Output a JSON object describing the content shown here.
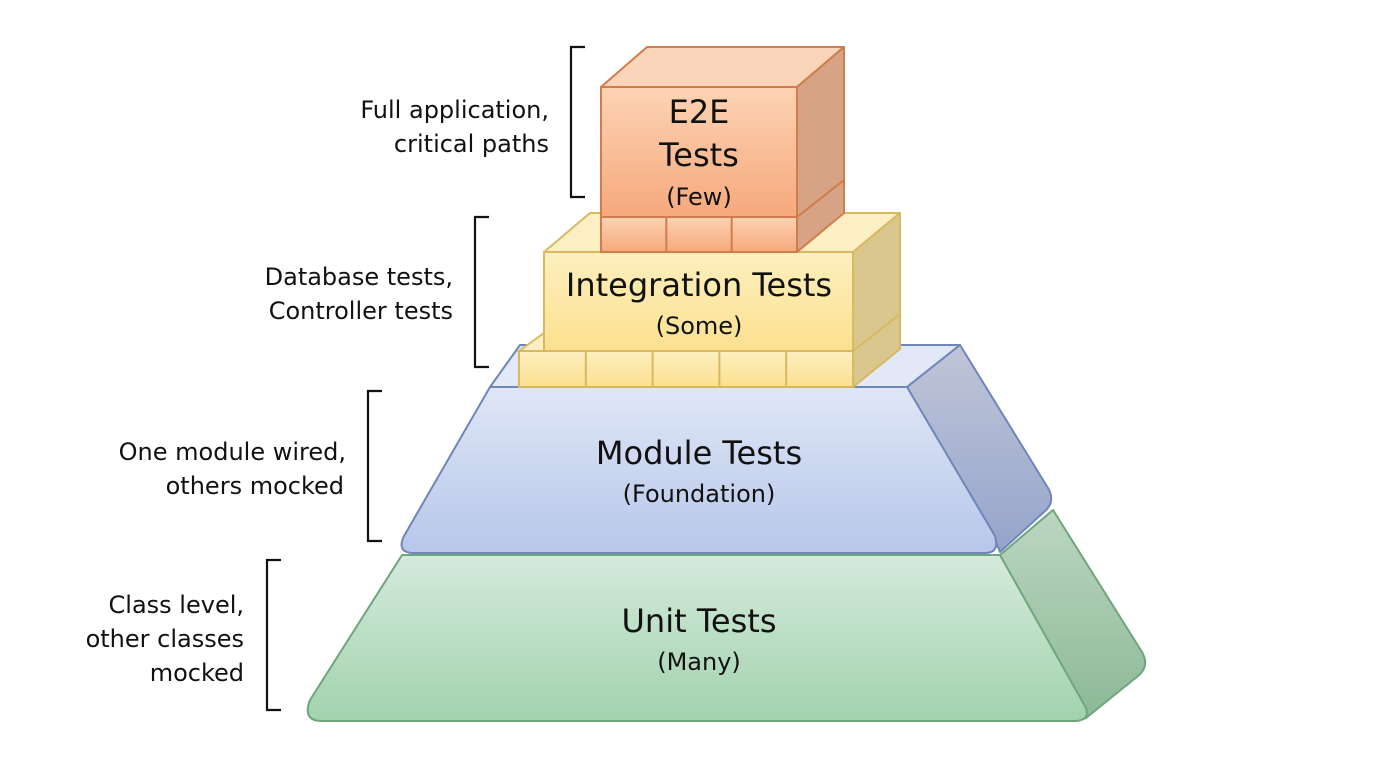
{
  "diagram": {
    "title": "Test Pyramid",
    "tiers": [
      {
        "id": "e2e",
        "title_lines": [
          "E2E",
          "Tests"
        ],
        "subtitle": "(Few)",
        "description_lines": [
          "Full application,",
          "critical paths"
        ],
        "colors": {
          "front_top": "#fcd3b4",
          "front_bottom": "#f6a97c",
          "side": "#d6a485",
          "top": "#fbd5ba",
          "stroke": "#d07c4c"
        }
      },
      {
        "id": "integration",
        "title_lines": [
          "Integration Tests"
        ],
        "subtitle": "(Some)",
        "description_lines": [
          "Database tests,",
          "Controller tests"
        ],
        "colors": {
          "front_top": "#fdf0bf",
          "front_bottom": "#fbe08f",
          "side": "#d9c78e",
          "top": "#fbefc3",
          "stroke": "#d8b960"
        }
      },
      {
        "id": "module",
        "title_lines": [
          "Module Tests"
        ],
        "subtitle": "(Foundation)",
        "description_lines": [
          "One module wired,",
          "others mocked"
        ],
        "colors": {
          "front_top": "#dfe6f6",
          "front_bottom": "#b7c7ea",
          "side": "#a2aed1",
          "top": "#e2e8f7",
          "stroke": "#6e86b8"
        }
      },
      {
        "id": "unit",
        "title_lines": [
          "Unit Tests"
        ],
        "subtitle": "(Many)",
        "description_lines": [
          "Class level,",
          "other classes",
          "mocked"
        ],
        "colors": {
          "front_top": "#d4eadb",
          "front_bottom": "#a2d2ae",
          "side": "#96bd9f",
          "top": "#d7ebdc",
          "stroke": "#6ea57c"
        }
      }
    ]
  }
}
